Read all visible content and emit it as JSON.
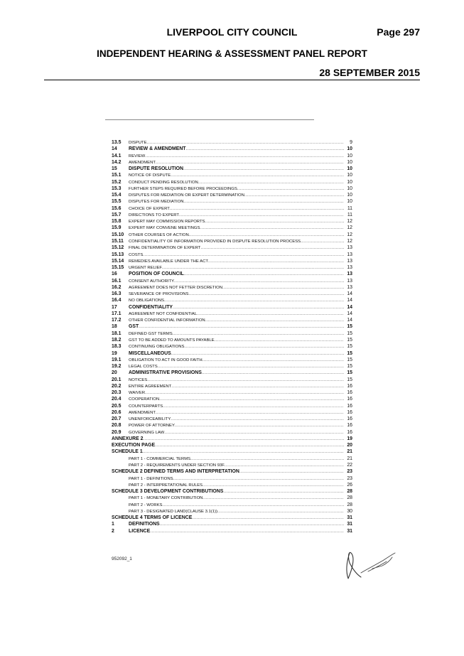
{
  "header": {
    "council": "LIVERPOOL CITY COUNCIL",
    "page": "Page 297",
    "report": "INDEPENDENT HEARING & ASSESSMENT PANEL REPORT",
    "date": "28 SEPTEMBER 2015"
  },
  "toc": [
    {
      "level": 2,
      "num": "13.5",
      "title": "Dispute",
      "page": "9"
    },
    {
      "level": 1,
      "num": "14",
      "title": "REVIEW & AMENDMENT",
      "page": "10"
    },
    {
      "level": 2,
      "num": "14.1",
      "title": "Review",
      "page": "10"
    },
    {
      "level": 2,
      "num": "14.2",
      "title": "Amendment",
      "page": "10"
    },
    {
      "level": 1,
      "num": "15",
      "title": "DISPUTE RESOLUTION",
      "page": "10"
    },
    {
      "level": 2,
      "num": "15.1",
      "title": "Notice of dispute",
      "page": "10"
    },
    {
      "level": 2,
      "num": "15.2",
      "title": "Conduct pending resolution",
      "page": "10"
    },
    {
      "level": 2,
      "num": "15.3",
      "title": "Further steps required before proceedings",
      "page": "10"
    },
    {
      "level": 2,
      "num": "15.4",
      "title": "Disputes for mediation or expert determination",
      "page": "10"
    },
    {
      "level": 2,
      "num": "15.5",
      "title": "Disputes for mediation",
      "page": "10"
    },
    {
      "level": 2,
      "num": "15.6",
      "title": "Choice of expert",
      "page": "11"
    },
    {
      "level": 2,
      "num": "15.7",
      "title": "Directions to expert",
      "page": "11"
    },
    {
      "level": 2,
      "num": "15.8",
      "title": "Expert may commission reports",
      "page": "12"
    },
    {
      "level": 2,
      "num": "15.9",
      "title": "Expert may convene meetings",
      "page": "12"
    },
    {
      "level": 2,
      "num": "15.10",
      "title": "Other courses of action",
      "page": "12"
    },
    {
      "level": 2,
      "num": "15.11",
      "title": "Confidentiality of information provided in dispute resolution process",
      "page": "12"
    },
    {
      "level": 2,
      "num": "15.12",
      "title": "Final determination of expert",
      "page": "13"
    },
    {
      "level": 2,
      "num": "15.13",
      "title": "Costs",
      "page": "13"
    },
    {
      "level": 2,
      "num": "15.14",
      "title": "Remedies available under the Act",
      "page": "13"
    },
    {
      "level": 2,
      "num": "15.15",
      "title": "Urgent relief",
      "page": "13"
    },
    {
      "level": 1,
      "num": "16",
      "title": "POSITION OF COUNCIL",
      "page": "13"
    },
    {
      "level": 2,
      "num": "16.1",
      "title": "Consent authority",
      "page": "13"
    },
    {
      "level": 2,
      "num": "16.2",
      "title": "Agreement does not fetter discretion",
      "page": "13"
    },
    {
      "level": 2,
      "num": "16.3",
      "title": "Severance of provisions",
      "page": "14"
    },
    {
      "level": 2,
      "num": "16.4",
      "title": "No obligations",
      "page": "14"
    },
    {
      "level": 1,
      "num": "17",
      "title": "CONFIDENTIALITY",
      "page": "14"
    },
    {
      "level": 2,
      "num": "17.1",
      "title": "Agreement not confidential",
      "page": "14"
    },
    {
      "level": 2,
      "num": "17.2",
      "title": "Other Confidential Information",
      "page": "14"
    },
    {
      "level": 1,
      "num": "18",
      "title": "GST",
      "page": "15"
    },
    {
      "level": 2,
      "num": "18.1",
      "title": "Defined GST terms",
      "page": "15"
    },
    {
      "level": 2,
      "num": "18.2",
      "title": "GST to be added to amounts payable",
      "page": "15"
    },
    {
      "level": 2,
      "num": "18.3",
      "title": "Continuing obligations",
      "page": "15"
    },
    {
      "level": 1,
      "num": "19",
      "title": "MISCELLANEOUS",
      "page": "15"
    },
    {
      "level": 2,
      "num": "19.1",
      "title": "Obligation to act in good faith",
      "page": "15"
    },
    {
      "level": 2,
      "num": "19.2",
      "title": "Legal costs",
      "page": "15"
    },
    {
      "level": 1,
      "num": "20",
      "title": "ADMINISTRATIVE PROVISIONS",
      "page": "15"
    },
    {
      "level": 2,
      "num": "20.1",
      "title": "Notices",
      "page": "15"
    },
    {
      "level": 2,
      "num": "20.2",
      "title": "Entire agreement",
      "page": "16"
    },
    {
      "level": 2,
      "num": "20.3",
      "title": "Waiver",
      "page": "16"
    },
    {
      "level": 2,
      "num": "20.4",
      "title": "Cooperation",
      "page": "16"
    },
    {
      "level": 2,
      "num": "20.5",
      "title": "Counterparts",
      "page": "16"
    },
    {
      "level": 2,
      "num": "20.6",
      "title": "Amendment",
      "page": "16"
    },
    {
      "level": 2,
      "num": "20.7",
      "title": "Unenforceability",
      "page": "16"
    },
    {
      "level": 2,
      "num": "20.8",
      "title": "Power of Attorney",
      "page": "16"
    },
    {
      "level": 2,
      "num": "20.9",
      "title": "Governing law",
      "page": "16"
    },
    {
      "level": 0,
      "num": "",
      "title": "ANNEXURE 2",
      "page": "19"
    },
    {
      "level": 0,
      "num": "",
      "title": "EXECUTION PAGE",
      "page": "20"
    },
    {
      "level": 0,
      "num": "",
      "title": "SCHEDULE 1",
      "page": "21"
    },
    {
      "level": 3,
      "num": "",
      "title": "Part 1 - Commercial Terms",
      "page": "21"
    },
    {
      "level": 3,
      "num": "",
      "title": "Part 2 - Requirements Under Section 93F",
      "page": "22"
    },
    {
      "level": 0,
      "num": "",
      "title": "SCHEDULE 2 DEFINED TERMS AND INTERPRETATION",
      "page": "23"
    },
    {
      "level": 3,
      "num": "",
      "title": "Part 1 - Definitions",
      "page": "23"
    },
    {
      "level": 3,
      "num": "",
      "title": "Part 2 - Interpretational Rules",
      "page": "26"
    },
    {
      "level": 0,
      "num": "",
      "title": "SCHEDULE 3 DEVELOPMENT CONTRIBUTIONS",
      "page": "28"
    },
    {
      "level": 3,
      "num": "",
      "title": "Part 1 - Monetary Contribution",
      "page": "28"
    },
    {
      "level": 3,
      "num": "",
      "title": "Part 2 - Works",
      "page": "28"
    },
    {
      "level": 3,
      "num": "",
      "title": "Part 3 - Designated Land(clause 3.1(1))",
      "page": "30"
    },
    {
      "level": 0,
      "num": "",
      "title": "SCHEDULE 4 TERMS OF LICENCE",
      "page": "31"
    },
    {
      "level": 1,
      "num": "1",
      "title": "DEFINITIONS",
      "page": "31"
    },
    {
      "level": 1,
      "num": "2",
      "title": "LICENCE",
      "page": "31"
    }
  ],
  "footer": {
    "doc_code": "952092_1"
  }
}
